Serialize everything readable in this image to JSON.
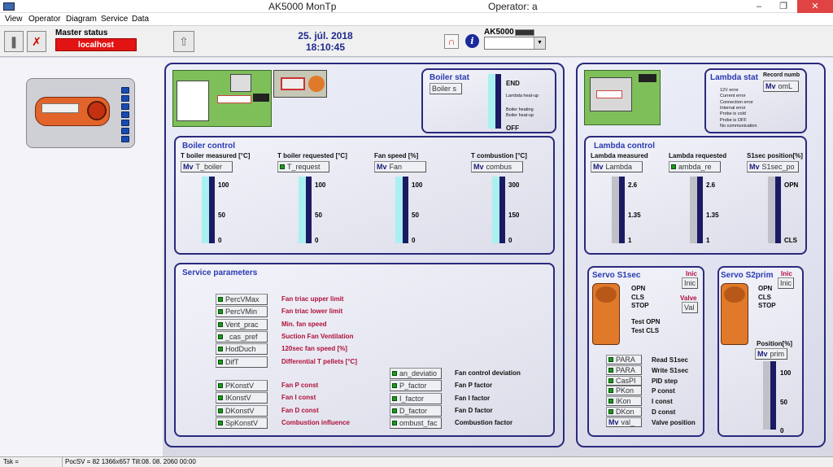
{
  "window": {
    "title": "AK5000 MonTp",
    "operator": "Operator: a"
  },
  "menu": [
    "View",
    "Operator",
    "Diagram",
    "Service",
    "Data"
  ],
  "toolbar": {
    "master_label": "Master status",
    "master_value": "localhost",
    "date": "25. júl. 2018",
    "time": "18:10:45",
    "ak_label": "AK5000"
  },
  "boiler_stat": {
    "title": "Boiler stat",
    "button": "Boiler s",
    "states": [
      "END",
      "Lambda heat-up",
      "Boiler heating",
      "Boiler heat-up",
      "OFF"
    ]
  },
  "boiler_control": {
    "title": "Boiler control",
    "gauges": [
      {
        "label": "T boiler measured [°C]",
        "button": "T_boiler",
        "icon": "Mv",
        "ticks": [
          "100",
          "50",
          "0"
        ],
        "fill": 1.0,
        "color": "#aaf0f0"
      },
      {
        "label": "T boiler requested [°C]",
        "button": "T_request",
        "icon": "led",
        "ticks": [
          "100",
          "50",
          "0"
        ],
        "fill": 1.0,
        "color": "#aaf0f0"
      },
      {
        "label": "Fan speed [%]",
        "button": "Fan",
        "icon": "Mv",
        "ticks": [
          "100",
          "50",
          "0"
        ],
        "fill": 1.0,
        "color": "#aaf0f0"
      },
      {
        "label": "T combustion [°C]",
        "button": "combus",
        "icon": "Mv",
        "ticks": [
          "300",
          "150",
          "0"
        ],
        "fill": 1.0,
        "color": "#aaf0f0"
      }
    ]
  },
  "lambda_stat": {
    "title": "Lambda stat",
    "record_label": "Record numb",
    "button": "omL",
    "states": [
      "12V error",
      "Current error",
      "Connection error",
      "Internal error",
      "Probe is cold",
      "Probe is OFF",
      "No communication"
    ]
  },
  "lambda_control": {
    "title": "Lambda control",
    "gauges": [
      {
        "label": "Lambda measured",
        "button": "Lambda",
        "icon": "Mv",
        "ticks": [
          "2.6",
          "1.35",
          "1"
        ],
        "fill": 1.0,
        "color": "#c0c0c8"
      },
      {
        "label": "Lambda requested",
        "button": "ambda_re",
        "icon": "led",
        "ticks": [
          "2.6",
          "1.35",
          "1"
        ],
        "fill": 1.0,
        "color": "#c0c0c8"
      },
      {
        "label": "S1sec position[%]",
        "button": "S1sec_po",
        "icon": "Mv",
        "ticks": [
          "OPN",
          "",
          "CLS"
        ],
        "fill": 1.0,
        "color": "#c0c0c8"
      }
    ]
  },
  "service": {
    "title": "Service parameters",
    "left": [
      {
        "button": "PercVMax",
        "desc": "Fan triac upper limit"
      },
      {
        "button": "PercVMin",
        "desc": "Fan triac lower limit"
      },
      {
        "button": "Vent_prac",
        "desc": "Min. fan speed"
      },
      {
        "button": "_cas_pref",
        "desc": "Suction Fan Ventilation"
      },
      {
        "button": "HodDuch",
        "desc": "120sec fan speed [%]"
      },
      {
        "button": "DifT",
        "desc": "Differential T pellets [°C]"
      }
    ],
    "left2": [
      {
        "button": "PKonstV",
        "desc": "Fan P const"
      },
      {
        "button": "IKonstV",
        "desc": "Fan I const"
      },
      {
        "button": "DKonstV",
        "desc": "Fan D const"
      },
      {
        "button": "SpKonstV",
        "desc": "Combustion influence"
      }
    ],
    "right": [
      {
        "button": "an_deviatio",
        "desc": "Fan control deviation"
      },
      {
        "button": "P_factor",
        "desc": "Fan P factor"
      },
      {
        "button": "I_factor",
        "desc": "Fan I factor"
      },
      {
        "button": "D_factor",
        "desc": "Fan D factor"
      },
      {
        "button": "ombust_fac",
        "desc": "Combustion factor"
      }
    ]
  },
  "servo_s1": {
    "title": "Servo S1sec",
    "inic": "Inic",
    "inic_btn": "Inic",
    "valve": "Valve",
    "valve_btn": "Val",
    "states": [
      "OPN",
      "CLS",
      "STOP"
    ],
    "tests": [
      "Test OPN",
      "Test CLS"
    ],
    "params": [
      {
        "button": "PARA",
        "desc": "Read S1sec"
      },
      {
        "button": "PARA",
        "desc": "Write S1sec"
      },
      {
        "button": "CasPI",
        "desc": "PID step"
      },
      {
        "button": "PKon",
        "desc": "P const"
      },
      {
        "button": "IKon",
        "desc": "I const"
      },
      {
        "button": "DKon",
        "desc": "D const"
      },
      {
        "button": "val_",
        "desc": "Valve position"
      }
    ]
  },
  "servo_s2": {
    "title": "Servo S2prim",
    "inic": "Inic",
    "inic_btn": "Inic",
    "states": [
      "OPN",
      "CLS",
      "STOP"
    ],
    "position_label": "Position[%]",
    "position_btn": "prim",
    "ticks": [
      "100",
      "50",
      "0"
    ],
    "fill": 1.0
  },
  "statusbar": {
    "left": "Tsk =",
    "right": "PocSV = 82 1366x657 Till:08. 08. 2060  00:00"
  },
  "colors": {
    "accent": "#2a2a7c",
    "title_blue": "#2a3ab0",
    "alarm_red": "#e21313",
    "service_red": "#b0103a",
    "gauge_cyan": "#aaf0f0",
    "gauge_gray": "#c0c0c8"
  }
}
